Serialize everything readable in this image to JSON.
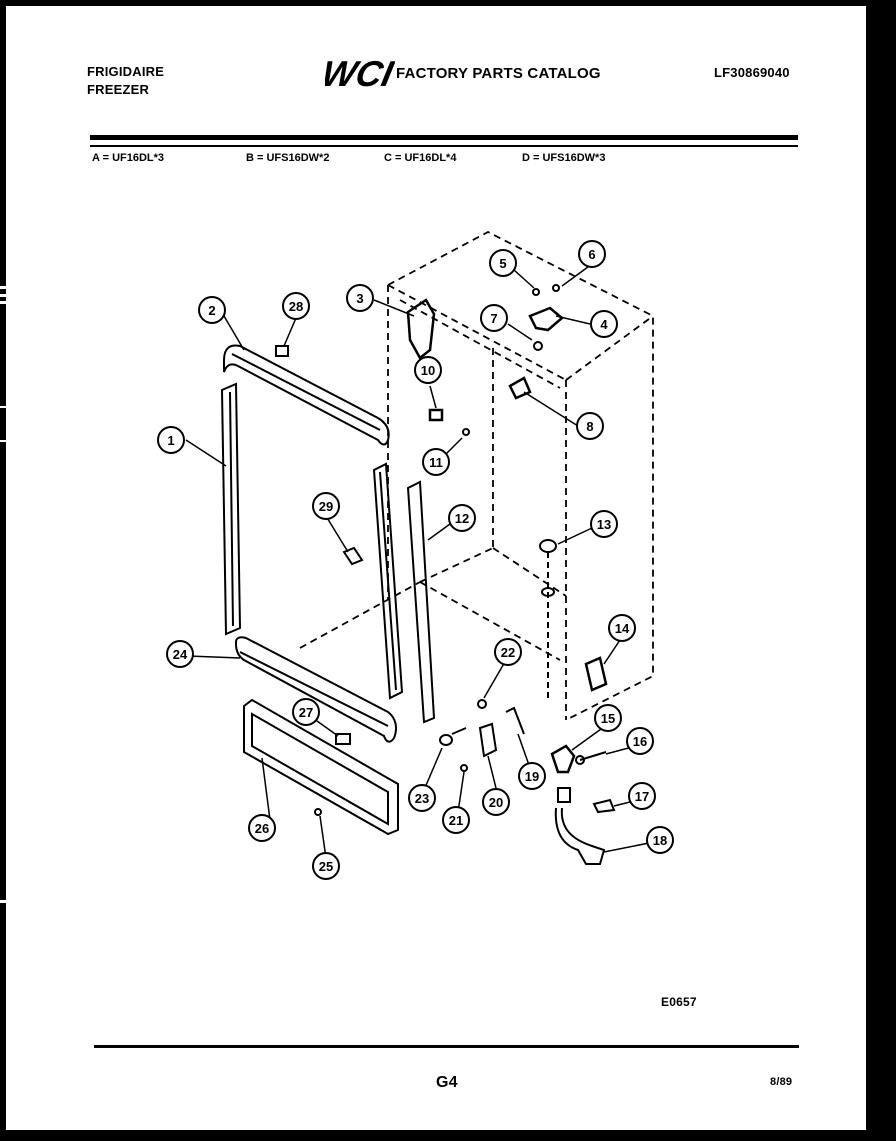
{
  "header": {
    "brand_line1": "FRIGIDAIRE",
    "brand_line2": "FREEZER",
    "logo_text": "WCI",
    "catalog_title": "FACTORY PARTS CATALOG",
    "part_number": "LF30869040"
  },
  "models": [
    {
      "label": "A = UF16DL*3"
    },
    {
      "label": "B =  UFS16DW*2"
    },
    {
      "label": "C = UF16DL*4"
    },
    {
      "label": "D = UFS16DW*3"
    }
  ],
  "callouts": [
    "1",
    "2",
    "3",
    "4",
    "5",
    "6",
    "7",
    "8",
    "10",
    "11",
    "12",
    "13",
    "14",
    "15",
    "16",
    "17",
    "18",
    "19",
    "20",
    "21",
    "22",
    "23",
    "24",
    "25",
    "26",
    "27",
    "28",
    "29"
  ],
  "footer": {
    "diagram_code": "E0657",
    "page": "G4",
    "date": "8/89"
  }
}
